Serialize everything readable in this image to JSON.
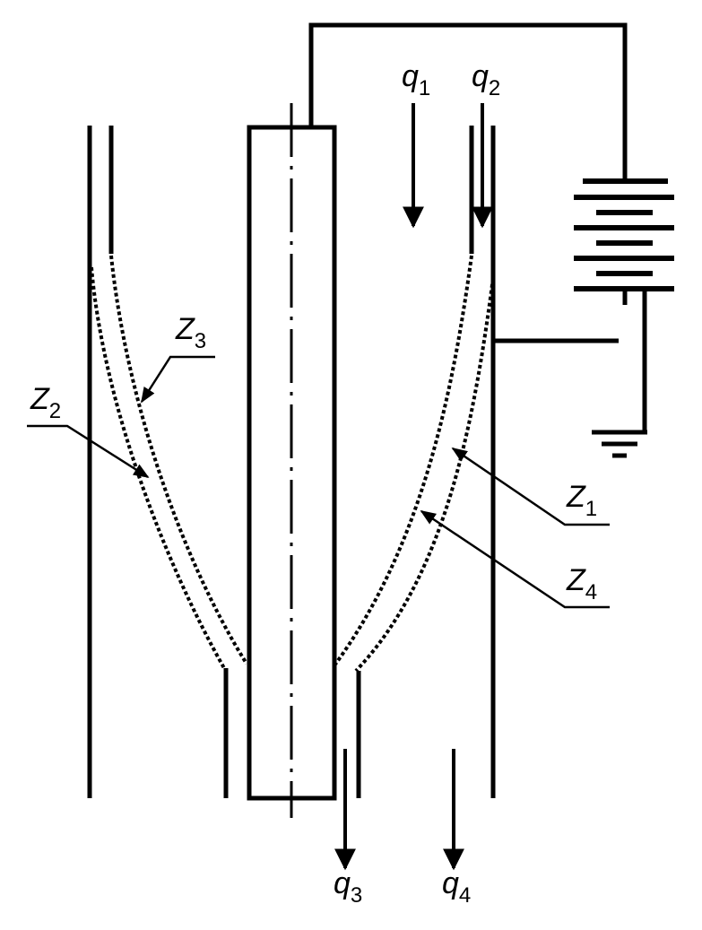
{
  "diagram": {
    "flow_labels": {
      "q1": {
        "letter": "q",
        "sub": "1"
      },
      "q2": {
        "letter": "q",
        "sub": "2"
      },
      "q3": {
        "letter": "q",
        "sub": "3"
      },
      "q4": {
        "letter": "q",
        "sub": "4"
      }
    },
    "zone_labels": {
      "z1": {
        "letter": "Z",
        "sub": "1"
      },
      "z2": {
        "letter": "Z",
        "sub": "2"
      },
      "z3": {
        "letter": "Z",
        "sub": "3"
      },
      "z4": {
        "letter": "Z",
        "sub": "4"
      }
    },
    "colors": {
      "stroke": "#000000",
      "background": "#ffffff"
    }
  }
}
